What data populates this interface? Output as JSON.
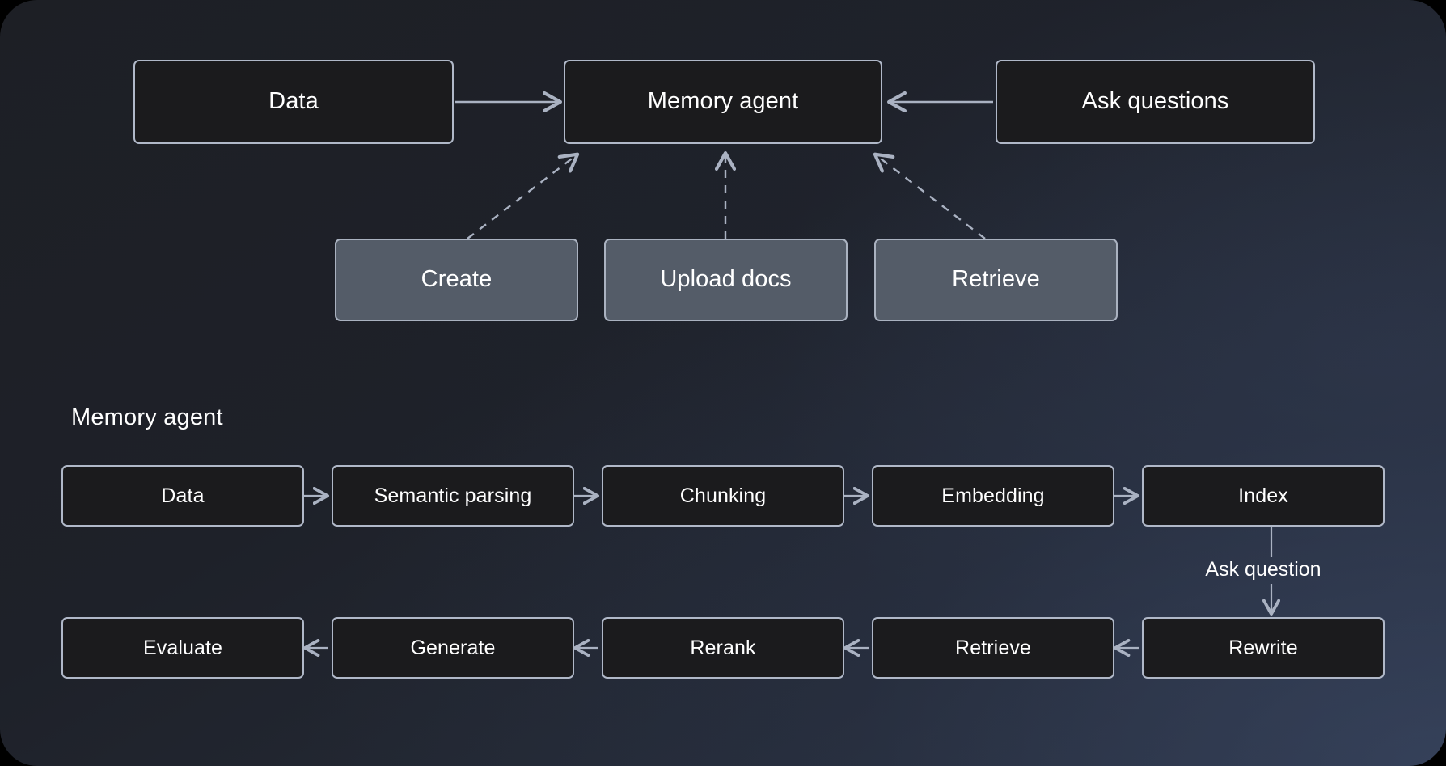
{
  "diagram": {
    "background_color": "#1e222b",
    "accent_line_color": "#aab2c2",
    "node_dark_fill": "#1b1b1d",
    "node_slate_fill": "#545c68",
    "node_border_color": "#b0b8c8",
    "text_color": "#ffffff"
  },
  "overview": {
    "nodes": {
      "data": "Data",
      "memory_agent": "Memory agent",
      "ask_questions": "Ask questions",
      "create": "Create",
      "upload_docs": "Upload docs",
      "retrieve": "Retrieve"
    }
  },
  "pipeline": {
    "title": "Memory agent",
    "row_top": [
      "Data",
      "Semantic parsing",
      "Chunking",
      "Embedding",
      "Index"
    ],
    "row_bottom": [
      "Evaluate",
      "Generate",
      "Rerank",
      "Retrieve",
      "Rewrite"
    ],
    "connector_label": "Ask question"
  }
}
